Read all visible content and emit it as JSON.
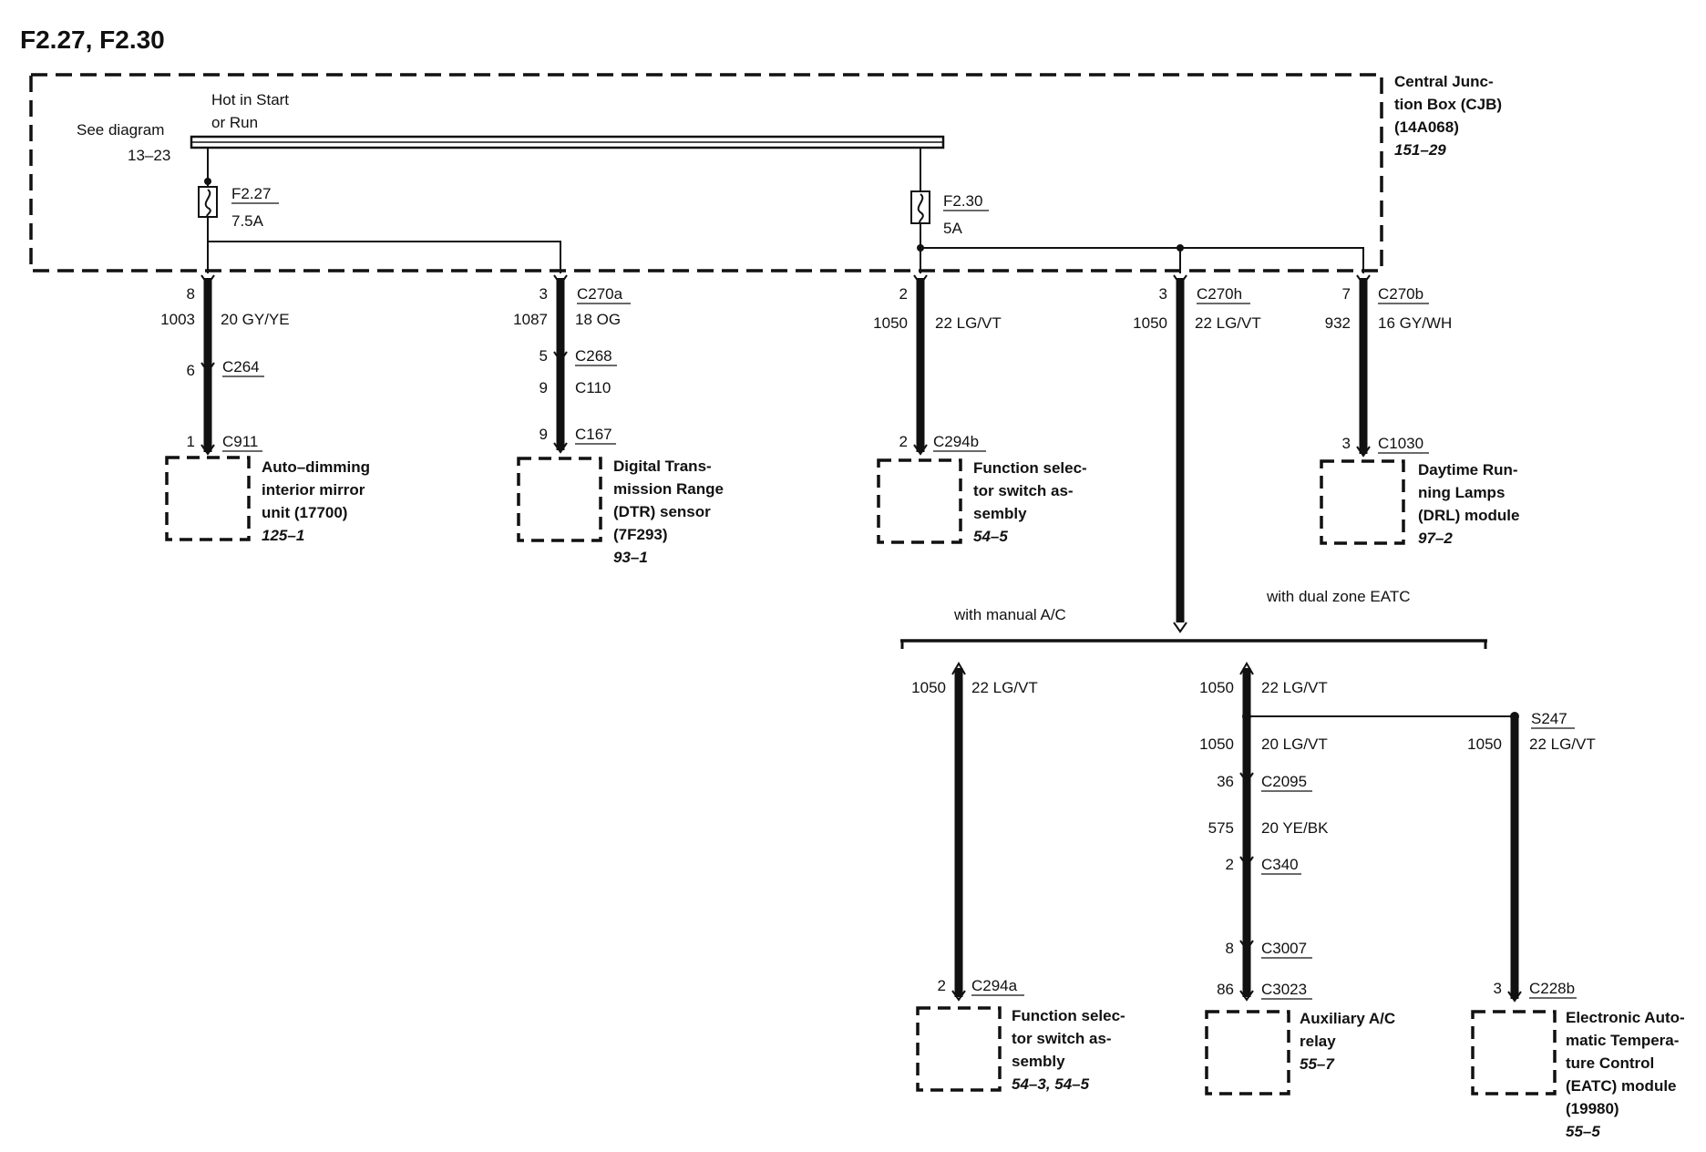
{
  "title": "F2.27, F2.30",
  "cjb": {
    "name_lines": [
      "Central Junc-",
      "tion Box (CJB)",
      "(14A068)"
    ],
    "ref": "151–29",
    "power_label_lines": [
      "Hot in Start",
      "or Run"
    ],
    "see_diagram": "See diagram",
    "see_diagram_ref": "13–23"
  },
  "fuses": [
    {
      "name": "F2.27",
      "rating": "7.5A"
    },
    {
      "name": "F2.30",
      "rating": "5A"
    }
  ],
  "circuits": {
    "mirror": {
      "cjb_pin": "8",
      "circuit": "1003",
      "wire": "20 GY/YE",
      "inline": [
        {
          "pin": "6",
          "connector": "C264"
        }
      ],
      "end": {
        "pin": "1",
        "connector": "C911"
      },
      "component_lines": [
        "Auto–dimming",
        "interior mirror",
        "unit (17700)"
      ],
      "ref": "125–1"
    },
    "dtr": {
      "cjb_pin": "3",
      "cjb_connector": "C270a",
      "circuit": "1087",
      "wire": "18 OG",
      "inline": [
        {
          "pin": "5",
          "connector": "C268"
        },
        {
          "pin": "9",
          "connector": "C110"
        }
      ],
      "end": {
        "pin": "9",
        "connector": "C167"
      },
      "component_lines": [
        "Digital Trans-",
        "mission Range",
        "(DTR) sensor",
        "(7F293)"
      ],
      "ref": "93–1"
    },
    "fss_b": {
      "cjb_pin": "2",
      "circuit": "1050",
      "wire": "22 LG/VT",
      "end": {
        "pin": "2",
        "connector": "C294b"
      },
      "component_lines": [
        "Function selec-",
        "tor switch as-",
        "sembly"
      ],
      "ref": "54–5"
    },
    "ac_feed": {
      "cjb_pin": "3",
      "cjb_connector": "C270h",
      "circuit": "1050",
      "wire": "22 LG/VT"
    },
    "drl": {
      "cjb_pin": "7",
      "cjb_connector": "C270b",
      "circuit": "932",
      "wire": "16 GY/WH",
      "end": {
        "pin": "3",
        "connector": "C1030"
      },
      "component_lines": [
        "Daytime Run-",
        "ning Lamps",
        "(DRL) module"
      ],
      "ref": "97–2"
    }
  },
  "options": {
    "manual": "with manual A/C",
    "dual": "with dual zone EATC"
  },
  "manual_branch": {
    "circuit": "1050",
    "wire": "22 LG/VT",
    "end": {
      "pin": "2",
      "connector": "C294a"
    },
    "component_lines": [
      "Function selec-",
      "tor switch as-",
      "sembly"
    ],
    "ref": "54–3, 54–5"
  },
  "dual_branch": {
    "circuit": "1050",
    "wire": "22 LG/VT",
    "splice": "S247",
    "relay_path": {
      "circuit1": "1050",
      "wire1": "20 LG/VT",
      "c1_pin": "36",
      "c1": "C2095",
      "circuit2": "575",
      "wire2": "20 YE/BK",
      "c2_pin": "2",
      "c2": "C340",
      "c3_pin": "8",
      "c3": "C3007",
      "end_pin": "86",
      "end": "C3023",
      "component_lines": [
        "Auxiliary A/C",
        "relay"
      ],
      "ref": "55–7"
    },
    "eatc_path": {
      "circuit": "1050",
      "wire": "22 LG/VT",
      "end_pin": "3",
      "end": "C228b",
      "component_lines": [
        "Electronic Auto-",
        "matic Tempera-",
        "ture Control",
        "(EATC) module",
        "(19980)"
      ],
      "ref": "55–5"
    }
  }
}
